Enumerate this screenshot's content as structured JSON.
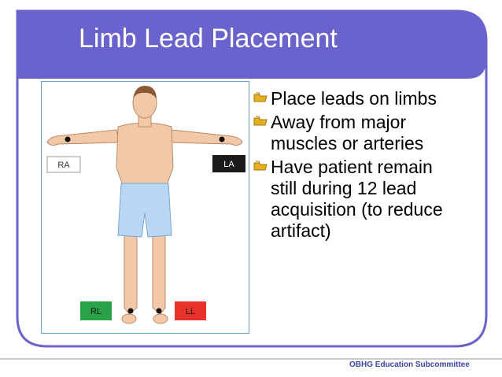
{
  "slide": {
    "title": "Limb Lead Placement",
    "bullets": [
      "Place leads on limbs",
      "Away from major muscles or arteries",
      "Have patient remain still during 12 lead acquisition (to reduce artifact)"
    ],
    "footer": "OBHG Education Subcommittee"
  },
  "figure": {
    "labels": {
      "ra": "RA",
      "la": "LA",
      "rl": "RL",
      "ll": "LL"
    },
    "colors": {
      "ra": "#ffffff",
      "la": "#1a1a1a",
      "rl": "#2aa24a",
      "ll": "#e8332b"
    }
  },
  "colors": {
    "accent": "#6b63cc",
    "figure_border": "#6aa2c8"
  }
}
